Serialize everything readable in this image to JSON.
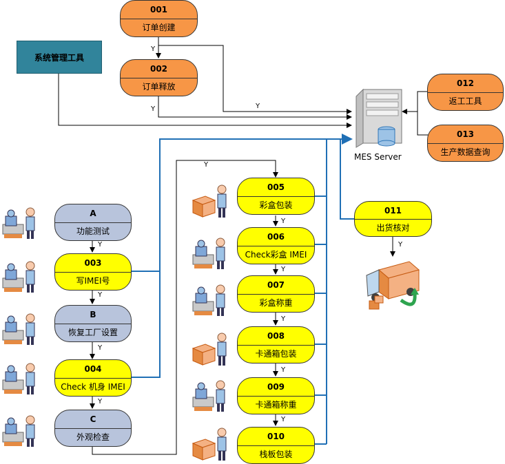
{
  "management_tool": "系统管理工具",
  "server": {
    "label": "MES Server",
    "icon": "server-icon"
  },
  "nodes": [
    {
      "id": "n001",
      "code": "001",
      "label": "订单创建",
      "color": "orange"
    },
    {
      "id": "n002",
      "code": "002",
      "label": "订单释放",
      "color": "orange"
    },
    {
      "id": "n012",
      "code": "012",
      "label": "返工工具",
      "color": "orange"
    },
    {
      "id": "n013",
      "code": "013",
      "label": "生产数据查询",
      "color": "orange"
    },
    {
      "id": "nA",
      "code": "A",
      "label": "功能测试",
      "color": "gray"
    },
    {
      "id": "n003",
      "code": "003",
      "label": "写IMEI号",
      "color": "yellow"
    },
    {
      "id": "nB",
      "code": "B",
      "label": "恢复工厂设置",
      "color": "gray"
    },
    {
      "id": "n004",
      "code": "004",
      "label": "Check 机身 IMEI",
      "color": "yellow"
    },
    {
      "id": "nC",
      "code": "C",
      "label": "外观检查",
      "color": "gray"
    },
    {
      "id": "n005",
      "code": "005",
      "label": "彩盒包装",
      "color": "yellow"
    },
    {
      "id": "n006",
      "code": "006",
      "label": "Check彩盒 IMEI",
      "color": "yellow"
    },
    {
      "id": "n007",
      "code": "007",
      "label": "彩盒称重",
      "color": "yellow"
    },
    {
      "id": "n008",
      "code": "008",
      "label": "卡通箱包装",
      "color": "yellow"
    },
    {
      "id": "n009",
      "code": "009",
      "label": "卡通箱称重",
      "color": "yellow"
    },
    {
      "id": "n010",
      "code": "010",
      "label": "栈板包装",
      "color": "yellow"
    },
    {
      "id": "n011",
      "code": "011",
      "label": "出货核对",
      "color": "yellow"
    }
  ],
  "edge_label": "Y",
  "workers_left": [
    "worker-icon",
    "worker-icon",
    "worker-icon",
    "worker-icon",
    "worker-icon"
  ],
  "workers_mid": [
    "packer-icon",
    "worker-icon",
    "worker-icon",
    "packer-icon",
    "worker-icon",
    "packer-icon"
  ],
  "shipping_icon": "delivery-truck-icon"
}
